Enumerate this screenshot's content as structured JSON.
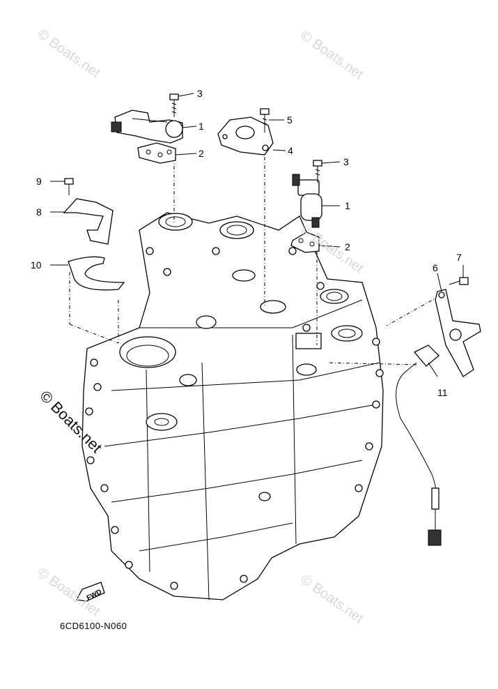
{
  "diagram": {
    "part_code": "6CD6100-N060",
    "fwd_label": "FWD",
    "watermark": "© Boats.net",
    "callouts": {
      "c1a": "1",
      "c2a": "2",
      "c3a": "3",
      "c5": "5",
      "c4": "4",
      "c3b": "3",
      "c1b": "1",
      "c2b": "2",
      "c9": "9",
      "c8": "8",
      "c10": "10",
      "c7": "7",
      "c6": "6",
      "c11": "11"
    }
  }
}
